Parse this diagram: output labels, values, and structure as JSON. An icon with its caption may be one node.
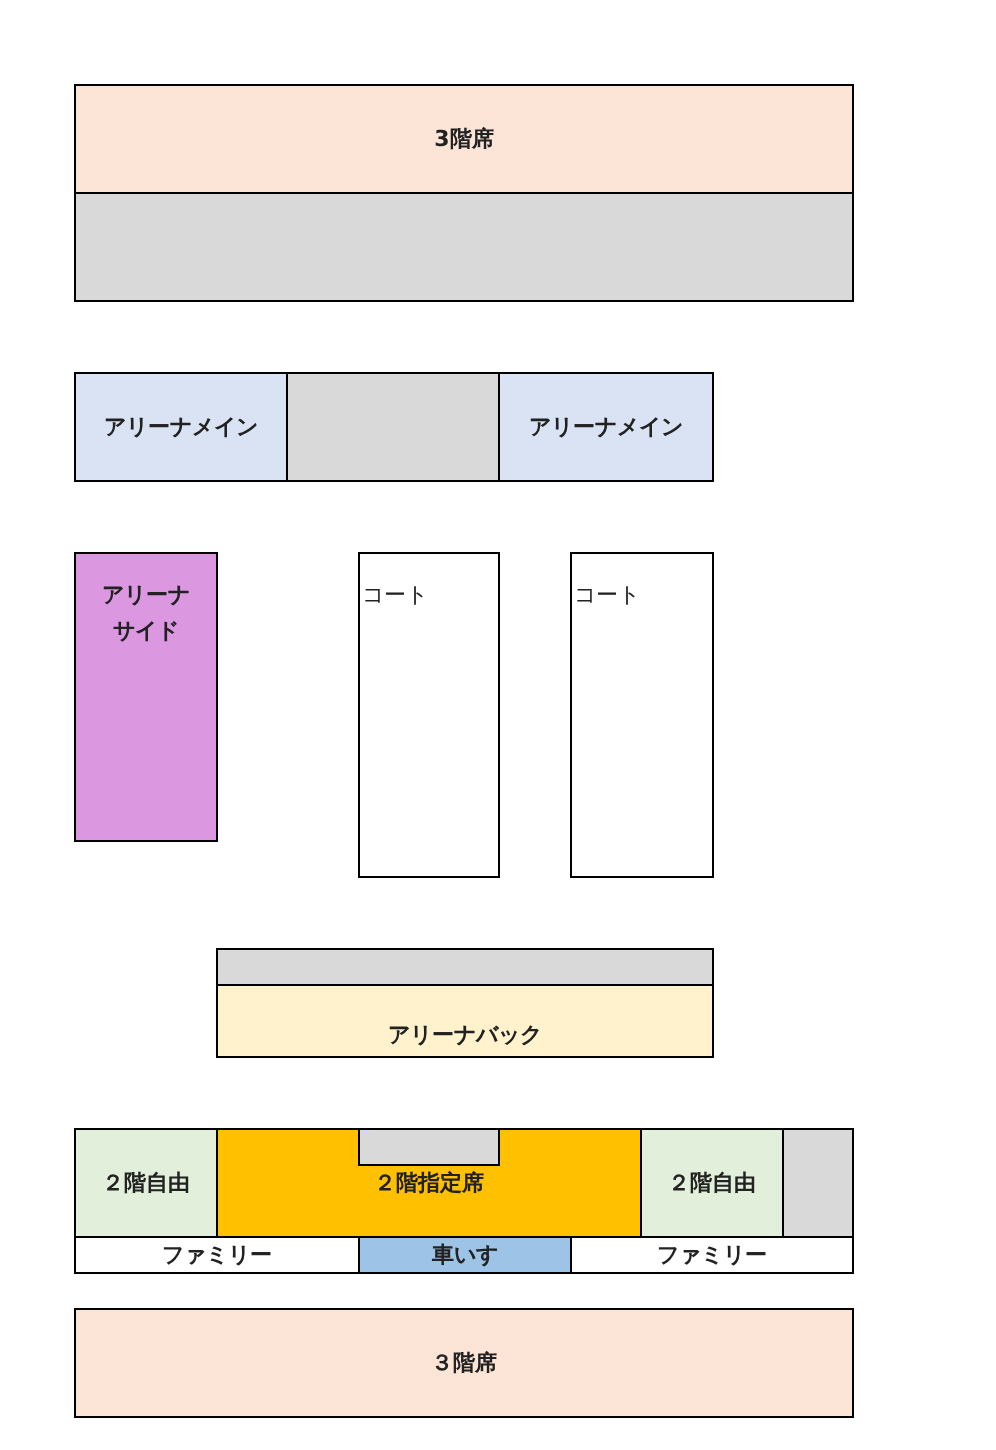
{
  "diagram": {
    "nodes": [
      {
        "text": [
          "3階席"
        ]
      },
      {
        "text": [],
        "shape": "box"
      },
      {
        "text": [
          "アリーナメイン"
        ]
      },
      {
        "text": [],
        "shape": "box"
      },
      {
        "text": [
          "アリーナメイン"
        ]
      },
      {
        "text": [
          "アリーナサイド"
        ]
      },
      {
        "text": [
          "コート"
        ]
      },
      {
        "text": [
          "コート"
        ]
      },
      {
        "text": [],
        "shape": "box"
      },
      {
        "text": [
          "アリーナバック"
        ]
      },
      {
        "text": [
          "２階自由"
        ]
      },
      {
        "text": [
          "２階指定席"
        ]
      },
      {
        "text": [],
        "shape": "box",
        "in": 11
      },
      {
        "text": [
          "２階自由"
        ]
      },
      {
        "text": [],
        "shape": "box"
      },
      {
        "text": [
          "ファミリー"
        ]
      },
      {
        "text": [
          "車いす"
        ]
      },
      {
        "text": [
          "ファミリー"
        ]
      },
      {
        "text": [
          "３階席"
        ]
      }
    ]
  }
}
